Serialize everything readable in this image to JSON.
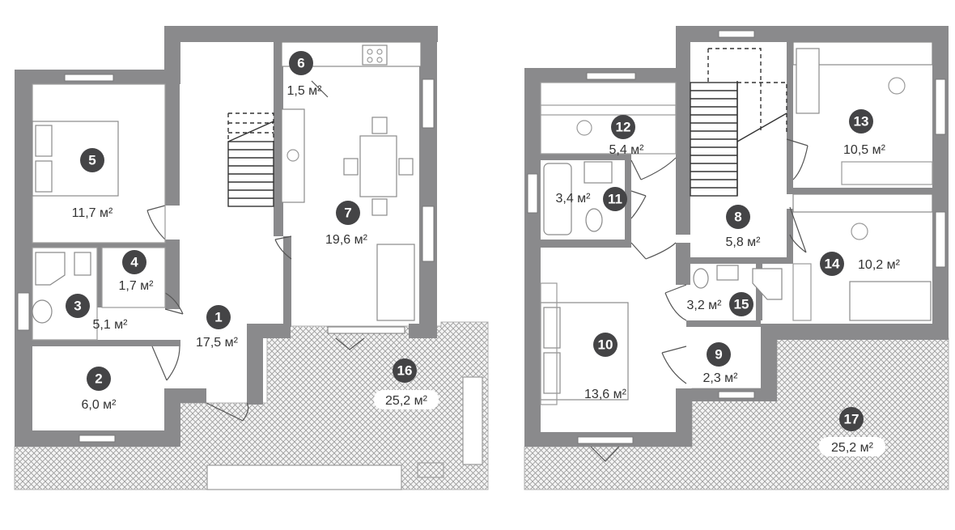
{
  "plans": [
    {
      "name": "ground-floor",
      "rooms": [
        {
          "num": "1",
          "area": "17,5 м²"
        },
        {
          "num": "2",
          "area": "6,0 м²"
        },
        {
          "num": "3",
          "area": "5,1 м²"
        },
        {
          "num": "4",
          "area": "1,7 м²"
        },
        {
          "num": "5",
          "area": "11,7 м²"
        },
        {
          "num": "6",
          "area": "1,5 м²"
        },
        {
          "num": "7",
          "area": "19,6 м²"
        },
        {
          "num": "16",
          "area": "25,2 м²"
        }
      ]
    },
    {
      "name": "first-floor",
      "rooms": [
        {
          "num": "8",
          "area": "5,8 м²"
        },
        {
          "num": "9",
          "area": "2,3 м²"
        },
        {
          "num": "10",
          "area": "13,6 м²"
        },
        {
          "num": "11",
          "area": "3,4 м²"
        },
        {
          "num": "12",
          "area": "5,4 м²"
        },
        {
          "num": "13",
          "area": "10,5 м²"
        },
        {
          "num": "14",
          "area": "10,2 м²"
        },
        {
          "num": "15",
          "area": "3,2 м²"
        },
        {
          "num": "17",
          "area": "25,2 м²"
        }
      ]
    }
  ],
  "colors": {
    "wall": "#8a8a8c",
    "badge": "#444446",
    "terrace_hatch": "#b0b0b0"
  }
}
